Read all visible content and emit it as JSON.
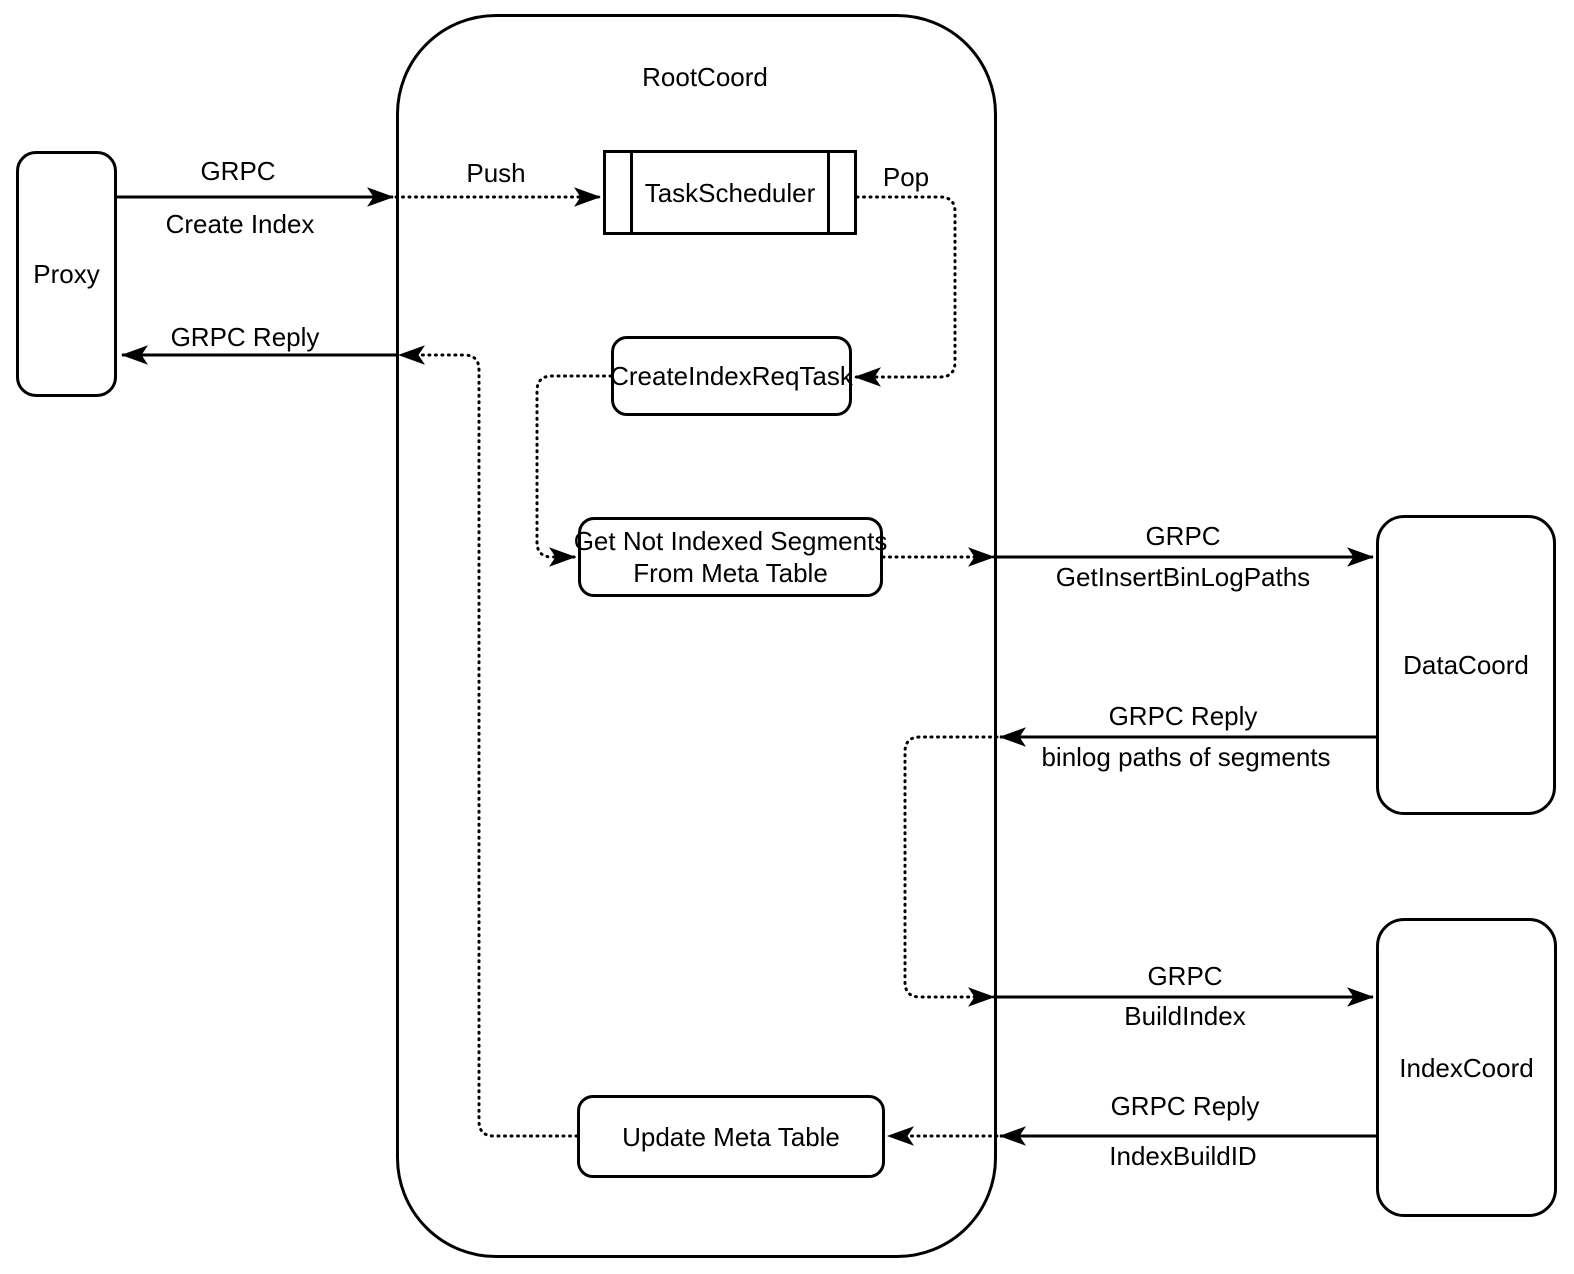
{
  "diagram": {
    "background": "#ffffff",
    "stroke_color": "#000000",
    "nodes": {
      "proxy": {
        "label": "Proxy"
      },
      "root_coord": {
        "label": "RootCoord"
      },
      "task_scheduler": {
        "label": "TaskScheduler"
      },
      "create_index_req_task": {
        "label": "CreateIndexReqTask"
      },
      "get_not_indexed_segments": {
        "label_line1": "Get Not Indexed Segments",
        "label_line2": "From Meta Table"
      },
      "update_meta_table": {
        "label": "Update Meta Table"
      },
      "data_coord": {
        "label": "DataCoord"
      },
      "index_coord": {
        "label": "IndexCoord"
      }
    },
    "edges": {
      "create_index": {
        "protocol": "GRPC",
        "method": "Create Index"
      },
      "create_index_reply": {
        "label": "GRPC Reply"
      },
      "push": {
        "label": "Push"
      },
      "pop": {
        "label": "Pop"
      },
      "get_insert_bin_log_paths": {
        "protocol": "GRPC",
        "method": "GetInsertBinLogPaths"
      },
      "bin_log_paths_reply": {
        "protocol": "GRPC Reply",
        "payload": "binlog paths of segments"
      },
      "build_index": {
        "protocol": "GRPC",
        "method": "BuildIndex"
      },
      "index_build_id_reply": {
        "protocol": "GRPC Reply",
        "payload": "IndexBuildID"
      }
    }
  }
}
